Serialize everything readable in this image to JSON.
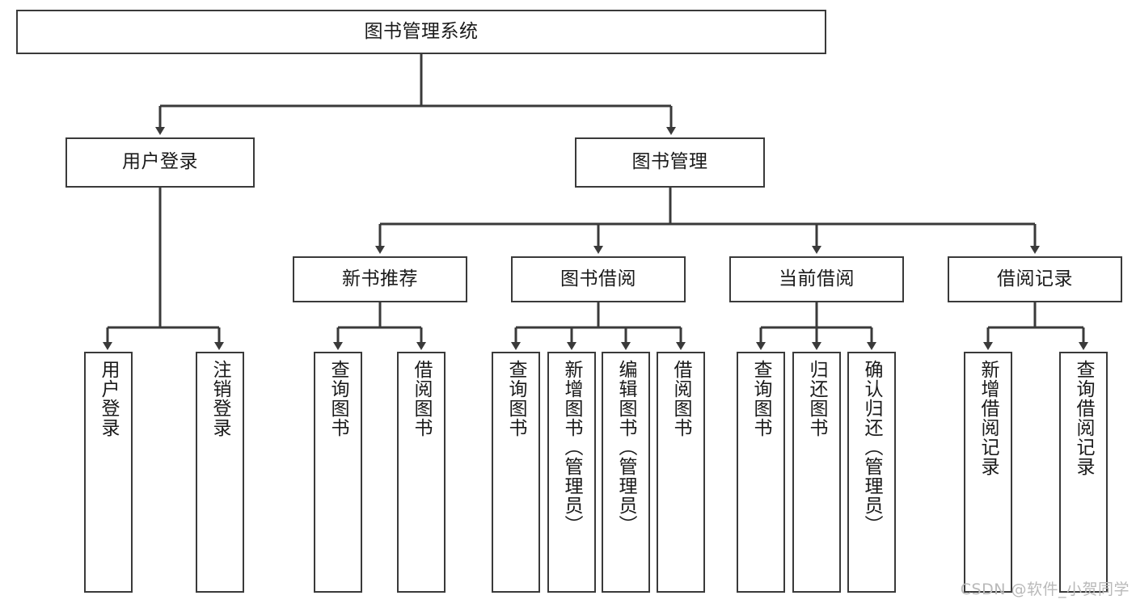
{
  "diagram": {
    "type": "tree-hierarchy",
    "root": {
      "label": "图书管理系统"
    },
    "level2": [
      {
        "label": "用户登录"
      },
      {
        "label": "图书管理"
      }
    ],
    "level3": [
      {
        "label": "新书推荐"
      },
      {
        "label": "图书借阅"
      },
      {
        "label": "当前借阅"
      },
      {
        "label": "借阅记录"
      }
    ],
    "leaves": {
      "user_login": [
        {
          "label": "用户登录"
        },
        {
          "label": "注销登录"
        }
      ],
      "new_book_recommend": [
        {
          "label": "查询图书"
        },
        {
          "label": "借阅图书"
        }
      ],
      "book_borrow": [
        {
          "label": "查询图书"
        },
        {
          "label": "新增图书（管理员）"
        },
        {
          "label": "编辑图书（管理员）"
        },
        {
          "label": "借阅图书"
        }
      ],
      "current_borrow": [
        {
          "label": "查询图书"
        },
        {
          "label": "归还图书"
        },
        {
          "label": "确认归还（管理员）"
        }
      ],
      "borrow_record": [
        {
          "label": "新增借阅记录"
        },
        {
          "label": "查询借阅记录"
        }
      ]
    }
  },
  "watermark": {
    "text": "CSDN @软件_小贺同学"
  },
  "colors": {
    "stroke": "#3a3a3a",
    "text": "#1a1a1a",
    "background": "#ffffff",
    "watermark": "#b9b9b9"
  }
}
